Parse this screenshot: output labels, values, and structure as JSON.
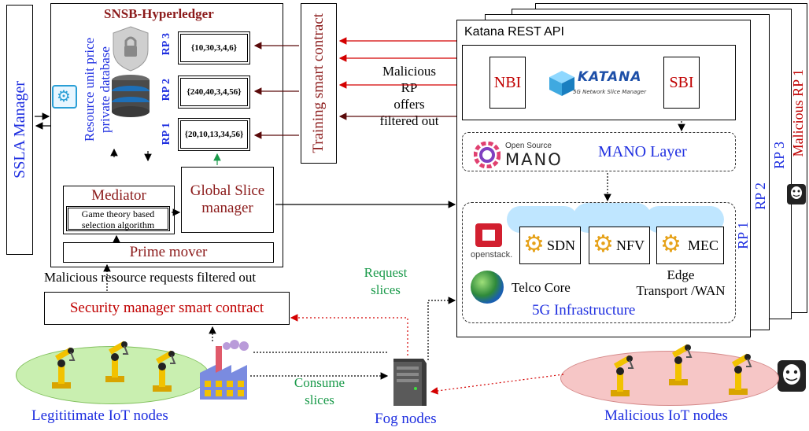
{
  "ssla_manager": "SSLA Manager",
  "hyperledger": {
    "title": "SNSB-Hyperledger",
    "db_label": "Resource unit price private database",
    "rp3": {
      "label": "RP 3",
      "values": "{10,30,3,4,6}"
    },
    "rp2": {
      "label": "RP 2",
      "values": "{240,40,3,4,56}"
    },
    "rp1": {
      "label": "RP 1",
      "values": "{20,10,13,34,56}"
    },
    "mediator": "Mediator",
    "game_theory": "Game theory based selection algorithm",
    "global_slice_manager": "Global Slice manager",
    "prime_mover": "Prime mover"
  },
  "training_smart_contract": "Training smart contract",
  "malicious_rp_filtered": [
    "Malicious",
    "RP",
    "offers",
    "filtered out"
  ],
  "malicious_requests_filtered": "Malicious resource requests filtered out",
  "security_manager": "Security manager smart contract",
  "request_slices": [
    "Request",
    "slices"
  ],
  "consume_slices": [
    "Consume",
    "slices"
  ],
  "legit_iot": "Legititimate IoT nodes",
  "fog_nodes": "Fog nodes",
  "malicious_iot": "Malicious IoT nodes",
  "katana": {
    "api": "Katana REST API",
    "nbi": "NBI",
    "sbi": "SBI",
    "logo_text": "KATANA",
    "logo_sub": "5G Network Slice Manager"
  },
  "mano": {
    "osm_small": "Open Source",
    "osm_big": "MANO",
    "layer": "MANO Layer"
  },
  "infra": {
    "openstack": "openstack.",
    "sdn": "SDN",
    "nfv": "NFV",
    "mec": "MEC",
    "telco_core": "Telco Core",
    "edge": "Edge",
    "transport": "Transport /WAN",
    "title": "5G Infrastructure"
  },
  "rp_stack": {
    "rp1": "RP 1",
    "rp2": "RP 2",
    "rp3": "RP 3",
    "malicious_rp1": "Malicious RP 1"
  },
  "colors": {
    "red": "#c00000",
    "dark_red": "#8b1a1a",
    "blue": "#1f2fe0",
    "green": "#1a9a4a",
    "legit_ellipse": "#c9efb0",
    "malicious_ellipse": "#f6c6c6"
  }
}
